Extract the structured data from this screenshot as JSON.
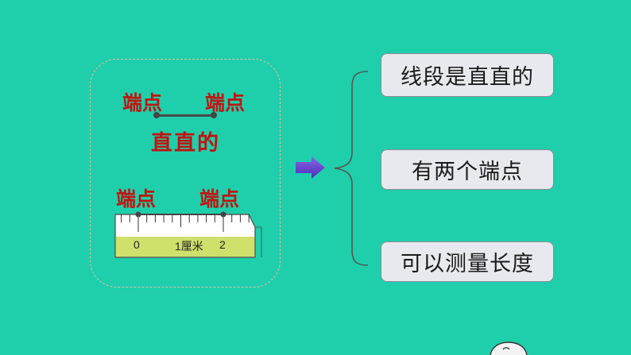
{
  "left": {
    "top_left_endpoint": "端点",
    "top_right_endpoint": "端点",
    "straight_label": "直直的",
    "ruler_left_endpoint": "端点",
    "ruler_right_endpoint": "端点",
    "ruler_ticks": {
      "zero": "0",
      "one": "1厘米",
      "two": "2"
    }
  },
  "right": {
    "box1": "线段是直直的",
    "box2": "有两个端点",
    "box3": "可以测量长度"
  },
  "colors": {
    "background": "#1fcfac",
    "label_red": "#c0140f",
    "arrow": "#6a3fd0",
    "box_fill": "#e8e8ef",
    "ruler_body": "#cfe06b"
  }
}
